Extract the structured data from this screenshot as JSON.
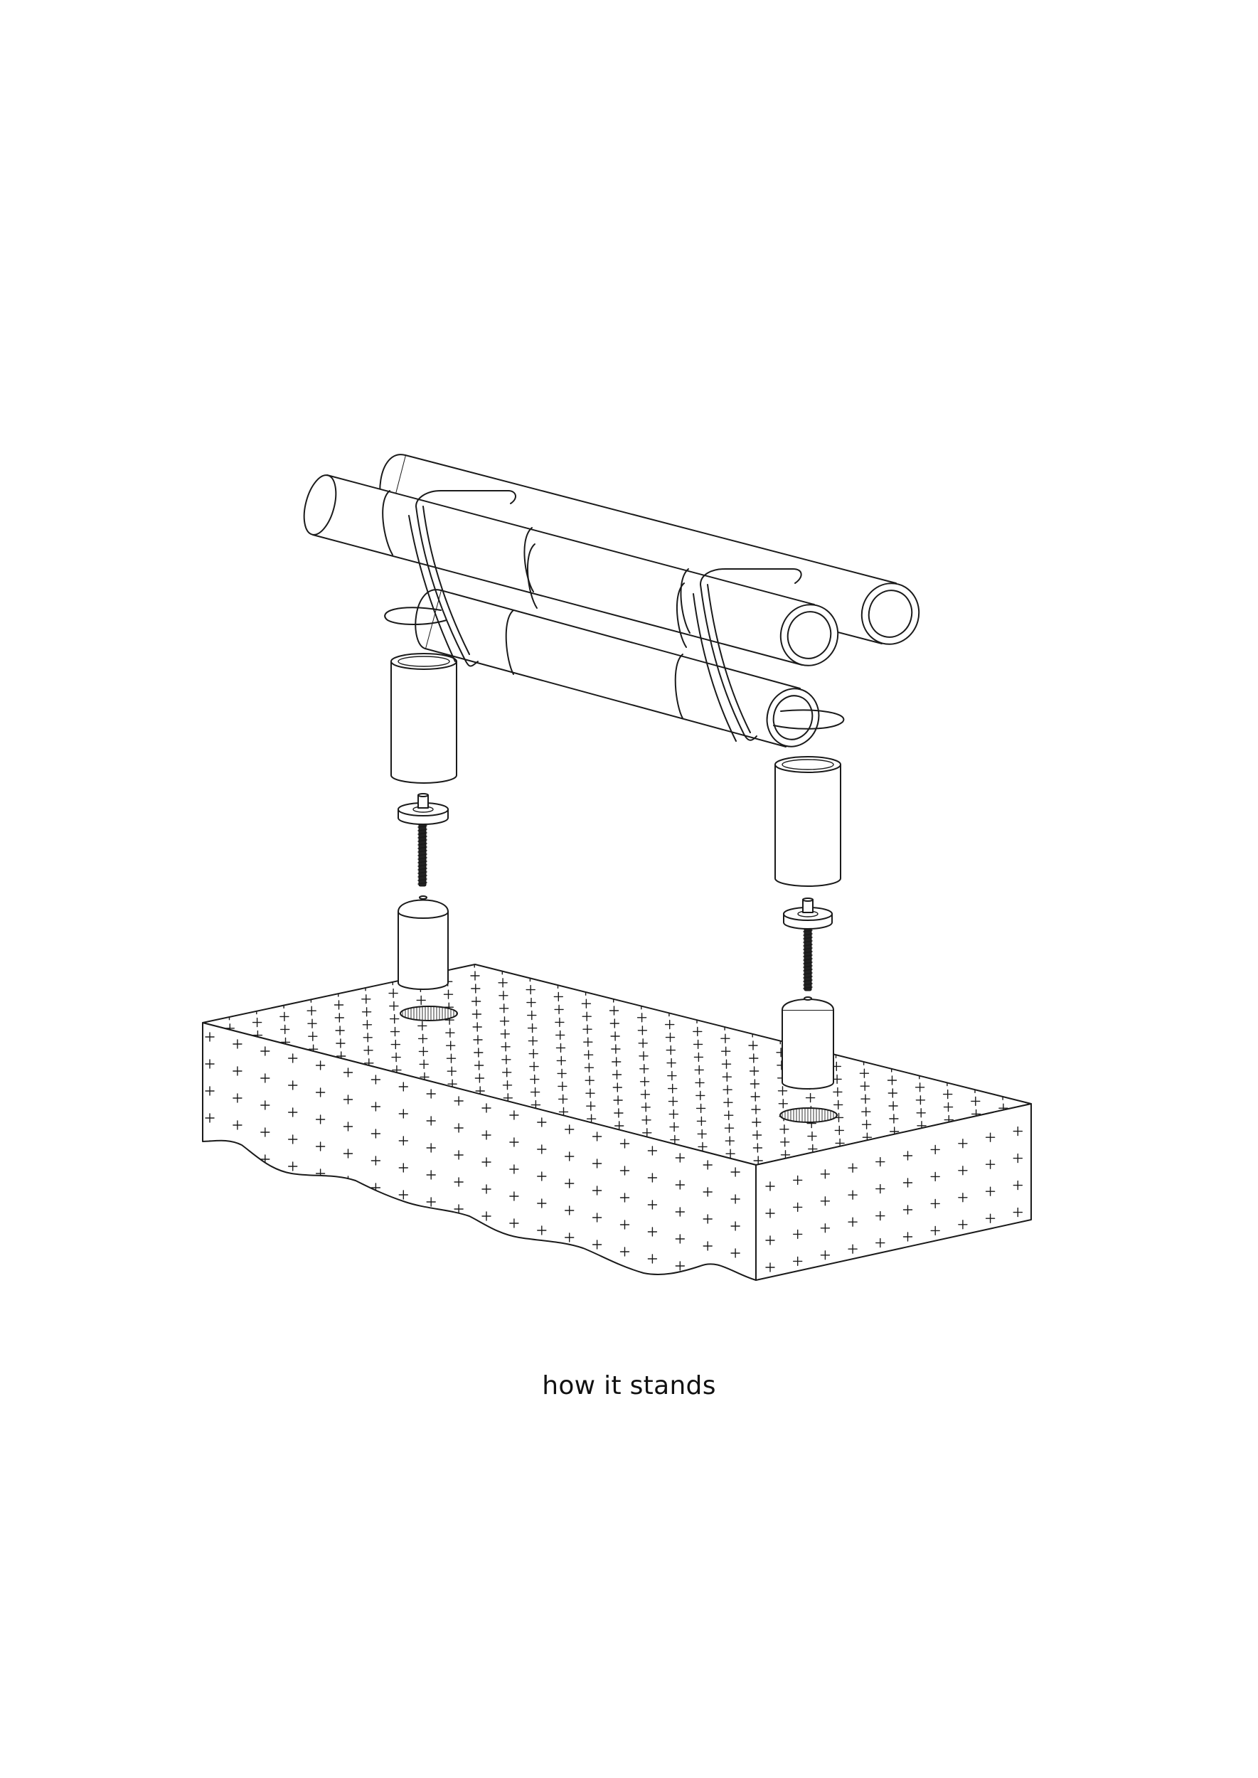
{
  "figure": {
    "caption": "how it stands",
    "style": "black line-art isometric exploded view",
    "colors": {
      "line": "#1a1a1a",
      "background": "#ffffff"
    },
    "parts": [
      "base-block",
      "tube-bundle",
      "straps",
      "left-sleeve",
      "left-washer",
      "left-threaded-rod",
      "left-foot-cap",
      "left-socket-hole",
      "right-sleeve",
      "right-washer",
      "right-threaded-rod",
      "right-foot-cap",
      "right-socket-hole"
    ]
  }
}
